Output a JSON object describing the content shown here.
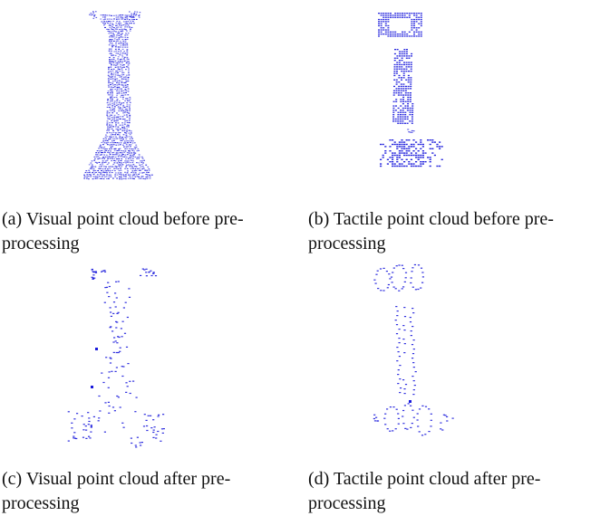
{
  "figure": {
    "point_color": "#1a1adb",
    "subfigures": [
      {
        "id": "a",
        "caption_line1": "(a) Visual point cloud before pre-",
        "caption_line2": "processing",
        "style": "dense"
      },
      {
        "id": "b",
        "caption_line1": "(b) Tactile point cloud before pre-",
        "caption_line2": "processing",
        "style": "dense-sparse"
      },
      {
        "id": "c",
        "caption_line1": "(c) Visual point cloud after pre-",
        "caption_line2": "processing",
        "style": "sparse"
      },
      {
        "id": "d",
        "caption_line1": "(d) Tactile point cloud after pre-",
        "caption_line2": "processing",
        "style": "sparse"
      }
    ]
  }
}
